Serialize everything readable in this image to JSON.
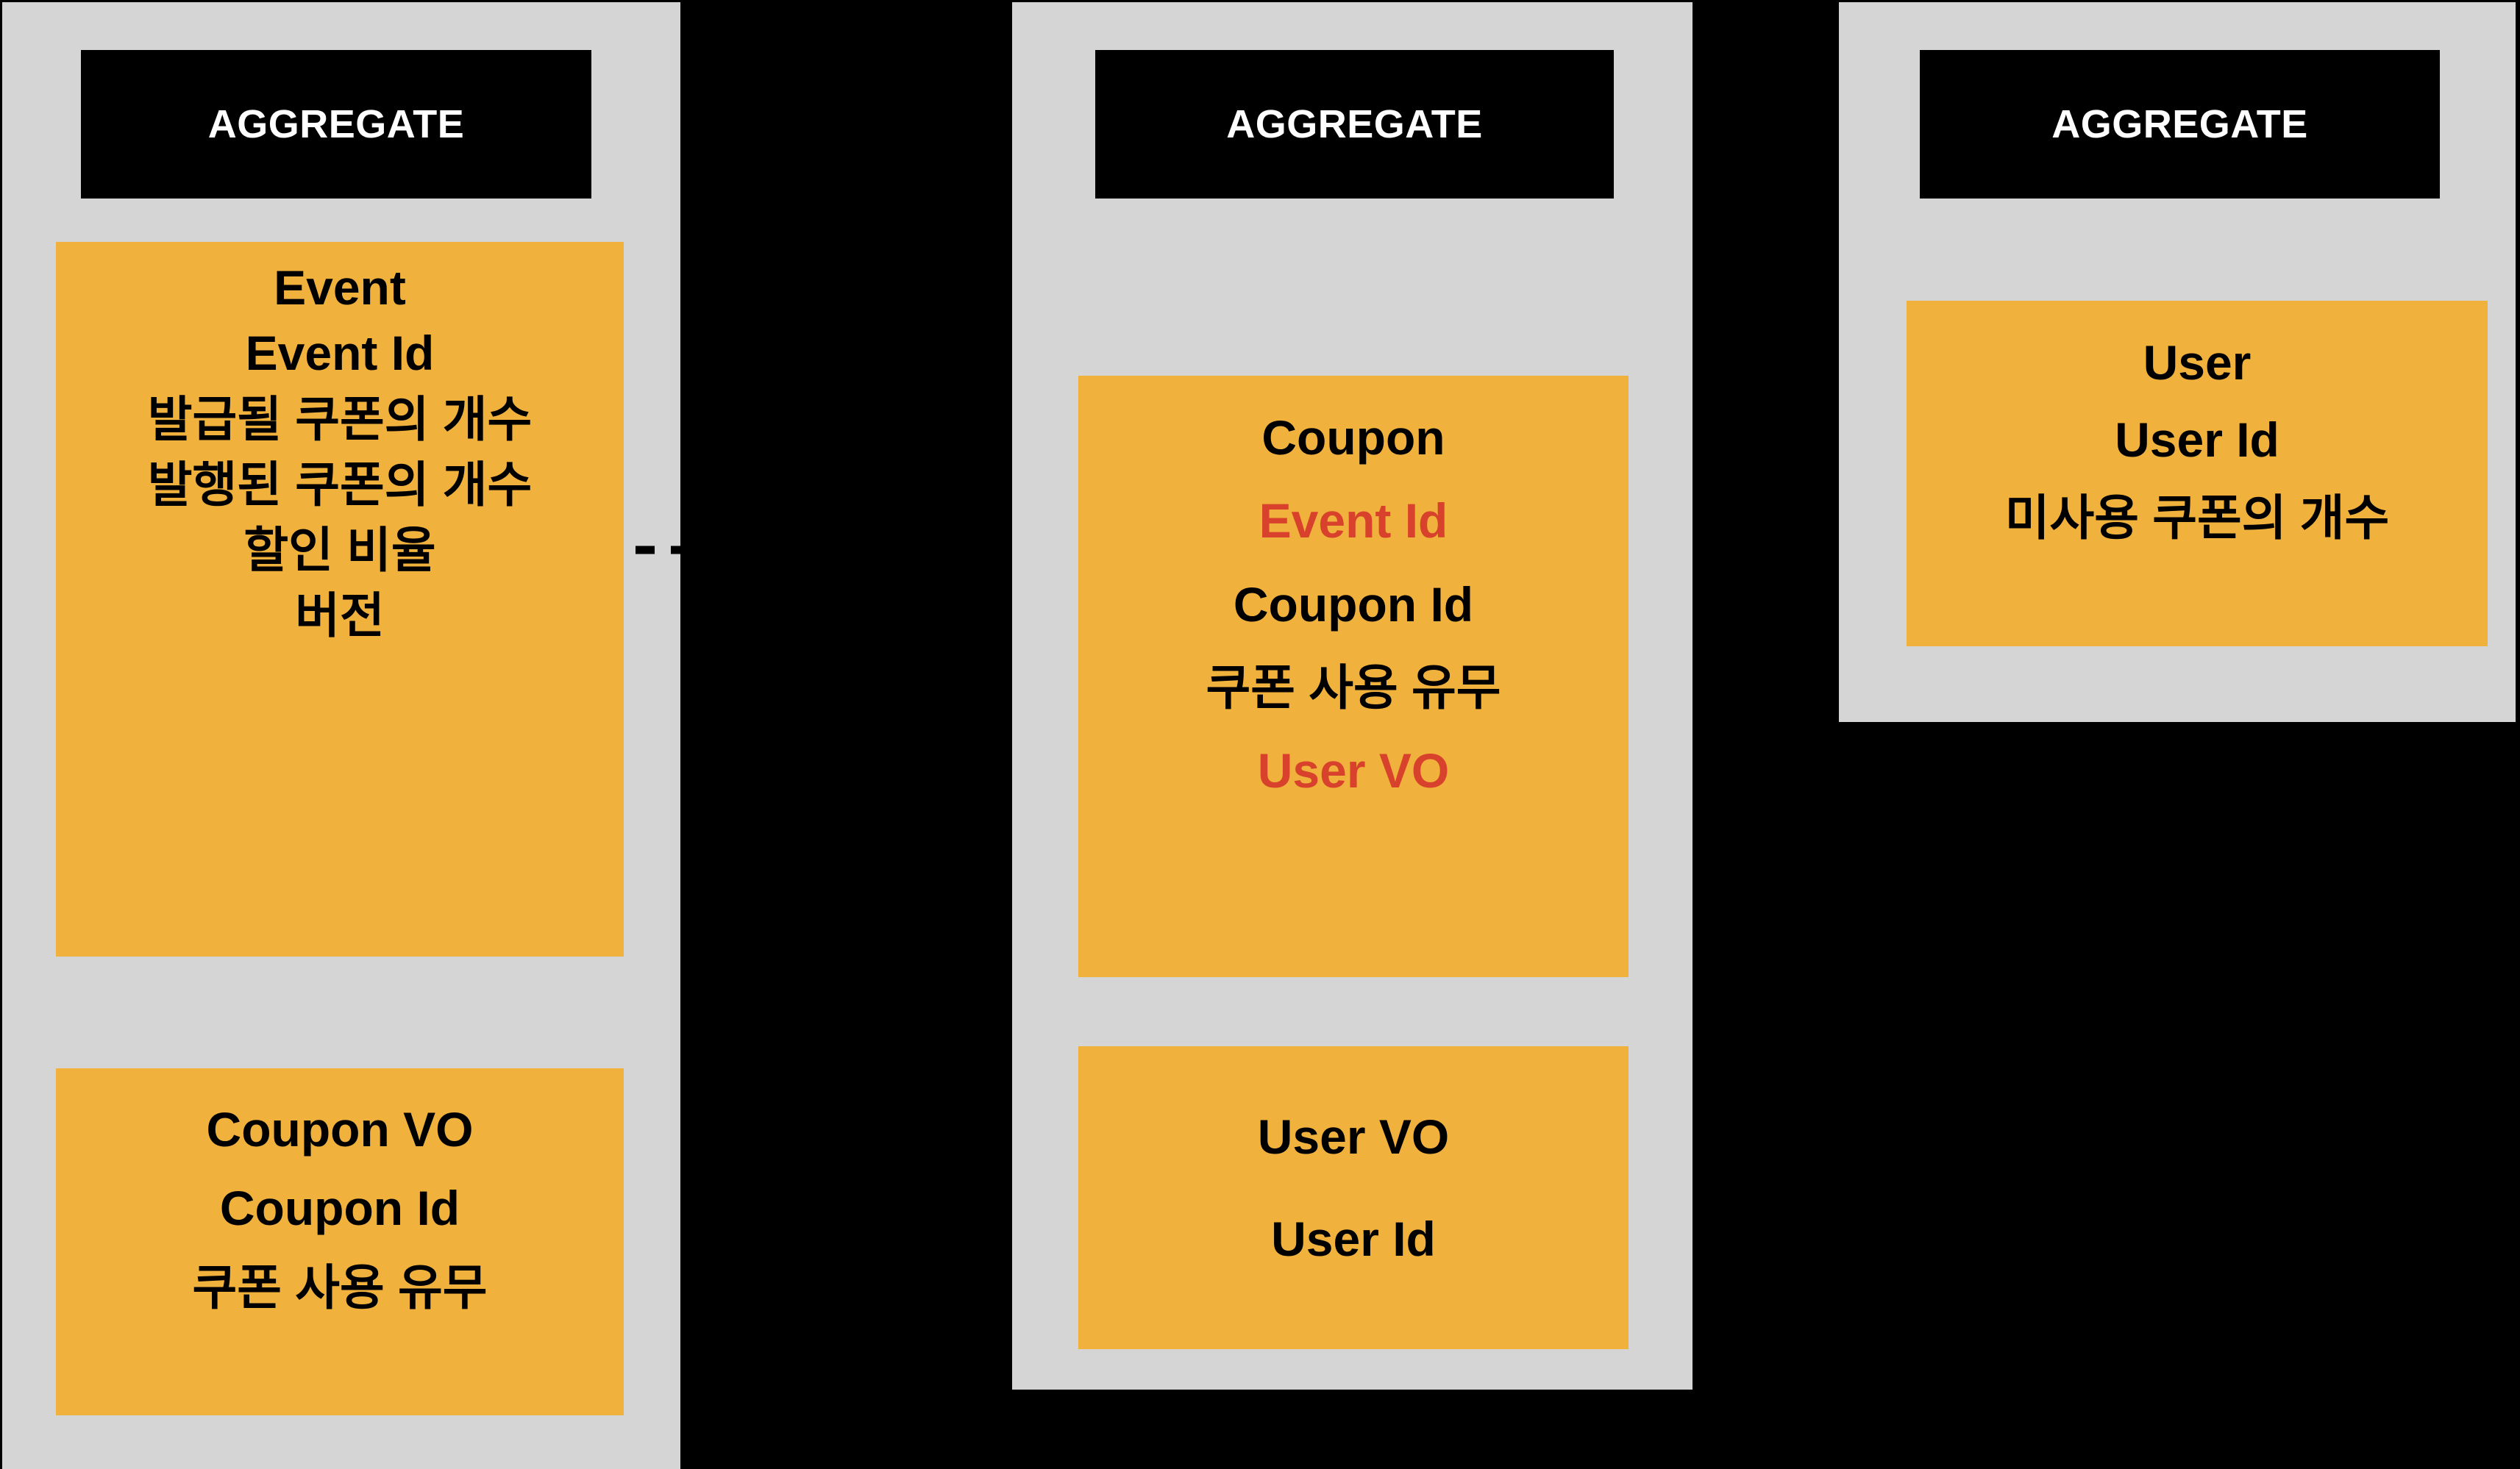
{
  "theme": {
    "page_background": "#000000",
    "aggregate_background": "#D5D5D5",
    "header_background": "#000000",
    "header_text": "#FFFFFF",
    "entity_background": "#F1B13D",
    "entity_text": "#000000",
    "accent_text": "#D8412B"
  },
  "aggregates": [
    {
      "header": "AGGREGATE",
      "cards": [
        {
          "name": "Event",
          "lines": [
            {
              "text": "Event",
              "accent": false
            },
            {
              "text": "Event Id",
              "accent": false
            },
            {
              "text": "발급될 쿠폰의 개수",
              "accent": false
            },
            {
              "text": "발행된 쿠폰의 개수",
              "accent": false
            },
            {
              "text": "할인 비율",
              "accent": false
            },
            {
              "text": "버전",
              "accent": false
            }
          ]
        },
        {
          "name": "Coupon VO",
          "lines": [
            {
              "text": "Coupon VO",
              "accent": false
            },
            {
              "text": "Coupon Id",
              "accent": false
            },
            {
              "text": "쿠폰 사용 유무",
              "accent": false
            }
          ]
        }
      ]
    },
    {
      "header": "AGGREGATE",
      "cards": [
        {
          "name": "Coupon",
          "lines": [
            {
              "text": "Coupon",
              "accent": false
            },
            {
              "text": "Event Id",
              "accent": true
            },
            {
              "text": "Coupon Id",
              "accent": false
            },
            {
              "text": "쿠폰 사용 유무",
              "accent": false
            },
            {
              "text": "User VO",
              "accent": true
            }
          ]
        },
        {
          "name": "User VO",
          "lines": [
            {
              "text": "User VO",
              "accent": false
            },
            {
              "text": "User Id",
              "accent": false
            }
          ]
        }
      ]
    },
    {
      "header": "AGGREGATE",
      "cards": [
        {
          "name": "User",
          "lines": [
            {
              "text": "User",
              "accent": false
            },
            {
              "text": "User Id",
              "accent": false
            },
            {
              "text": "미사용 쿠폰의 개수",
              "accent": false
            }
          ]
        }
      ]
    }
  ],
  "connectors": [
    {
      "name": "event-to-coupon",
      "style": "dashed-arrow",
      "direction": "right"
    }
  ]
}
